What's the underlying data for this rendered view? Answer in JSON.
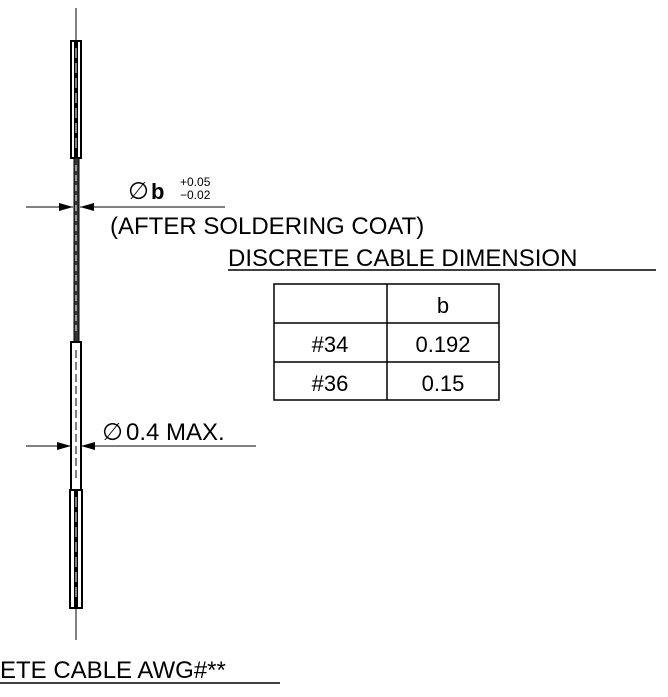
{
  "dimension_b": {
    "symbol": "∅",
    "label": "b",
    "tol_plus": "+0.05",
    "tol_minus": "−0.02"
  },
  "coat_note": "(AFTER SOLDERING COAT)",
  "dimension_max": {
    "symbol": "∅",
    "label": "0.4 MAX."
  },
  "table": {
    "title": "DISCRETE CABLE DIMENSION",
    "headers": [
      "",
      "b"
    ],
    "rows": [
      [
        "#34",
        "0.192"
      ],
      [
        "#36",
        "0.15"
      ]
    ]
  },
  "bottom_caption": "ETE CABLE AWG#**"
}
